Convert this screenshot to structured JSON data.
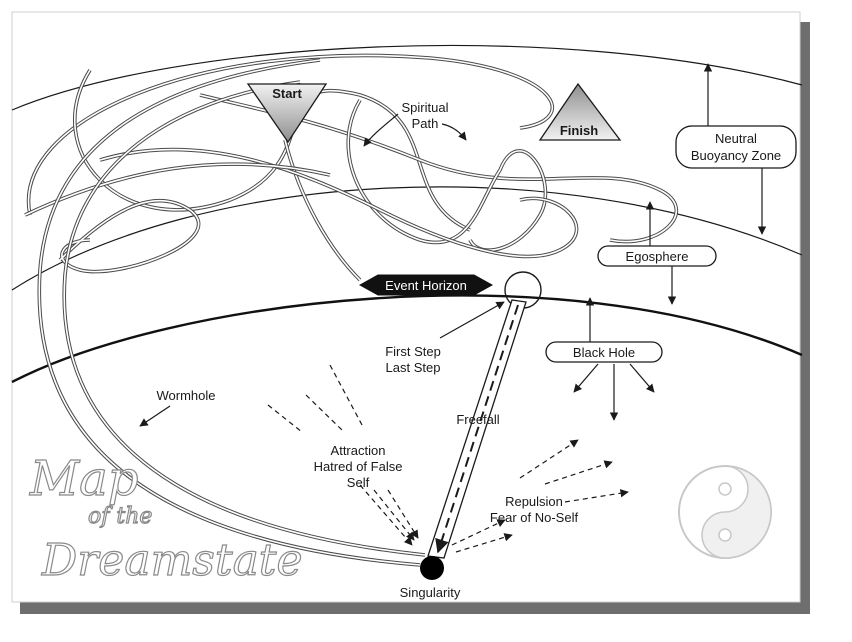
{
  "title": {
    "line1": "Map",
    "line2": "of the",
    "line3": "Dreamstate"
  },
  "labels": {
    "start": "Start",
    "finish": "Finish",
    "spiritual_path_1": "Spiritual",
    "spiritual_path_2": "Path",
    "neutral_zone_1": "Neutral",
    "neutral_zone_2": "Buoyancy Zone",
    "egosphere": "Egosphere",
    "event_horizon": "Event Horizon",
    "black_hole": "Black Hole",
    "first_step": "First Step",
    "last_step": "Last Step",
    "wormhole": "Wormhole",
    "freefall": "Freefall",
    "attraction_1": "Attraction",
    "attraction_2": "Hatred of False",
    "attraction_3": "Self",
    "repulsion_1": "Repulsion",
    "repulsion_2": "Fear of No-Self",
    "singularity": "Singularity"
  },
  "icons": {
    "yin_yang": "yin-yang-icon",
    "singularity": "singularity-dot-icon"
  },
  "colors": {
    "ink": "#1a1a1a",
    "path_gray": "#4a4a4a",
    "frame_shadow": "#6e6e6e",
    "cone_gray": "#9a9a9a"
  }
}
